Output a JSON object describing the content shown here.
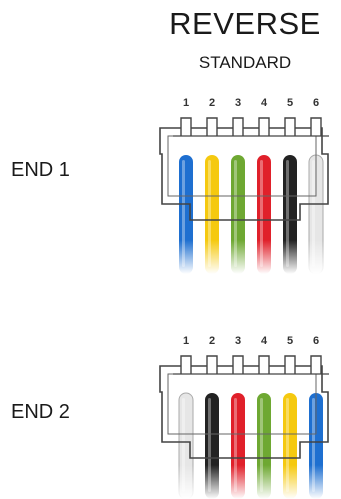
{
  "title": "REVERSE",
  "subtitle": "STANDARD",
  "ends": [
    {
      "label": "END 1",
      "pins": [
        "1",
        "2",
        "3",
        "4",
        "5",
        "6"
      ],
      "wires": [
        {
          "color_name": "blue",
          "hex": "#1e6fd0"
        },
        {
          "color_name": "yellow",
          "hex": "#f5c90f"
        },
        {
          "color_name": "green",
          "hex": "#6ea832"
        },
        {
          "color_name": "red",
          "hex": "#e0202a"
        },
        {
          "color_name": "black",
          "hex": "#222222"
        },
        {
          "color_name": "white",
          "hex": "#e6e6e6"
        }
      ]
    },
    {
      "label": "END 2",
      "pins": [
        "1",
        "2",
        "3",
        "4",
        "5",
        "6"
      ],
      "wires": [
        {
          "color_name": "white",
          "hex": "#e6e6e6"
        },
        {
          "color_name": "black",
          "hex": "#222222"
        },
        {
          "color_name": "red",
          "hex": "#e0202a"
        },
        {
          "color_name": "green",
          "hex": "#6ea832"
        },
        {
          "color_name": "yellow",
          "hex": "#f5c90f"
        },
        {
          "color_name": "blue",
          "hex": "#1e6fd0"
        }
      ]
    }
  ]
}
